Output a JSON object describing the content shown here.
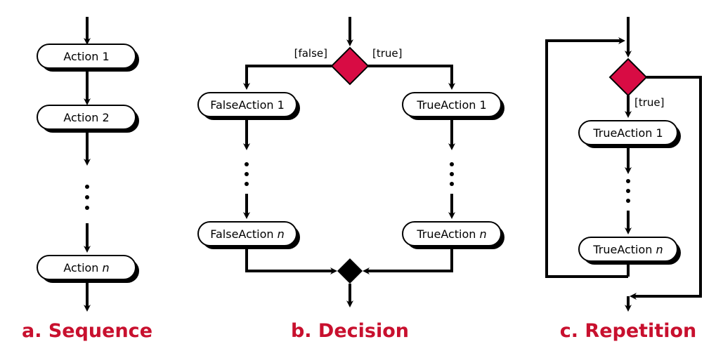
{
  "colors": {
    "caption": "#c8102e",
    "decision_fill": "#d80c44",
    "merge_fill": "#000000",
    "line": "#000000"
  },
  "sequence": {
    "caption": "a. Sequence",
    "action1": "Action 1",
    "action2": "Action 2",
    "actionN_prefix": "Action ",
    "actionN_var": "n"
  },
  "decision": {
    "caption": "b. Decision",
    "false_guard": "[false]",
    "true_guard": "[true]",
    "false_action1": "FalseAction 1",
    "false_actionN_prefix": "FalseAction ",
    "false_actionN_var": "n",
    "true_action1": "TrueAction 1",
    "true_actionN_prefix": "TrueAction ",
    "true_actionN_var": "n"
  },
  "repetition": {
    "caption": "c. Repetition",
    "true_guard": "[true]",
    "true_action1": "TrueAction 1",
    "true_actionN_prefix": "TrueAction ",
    "true_actionN_var": "n"
  }
}
